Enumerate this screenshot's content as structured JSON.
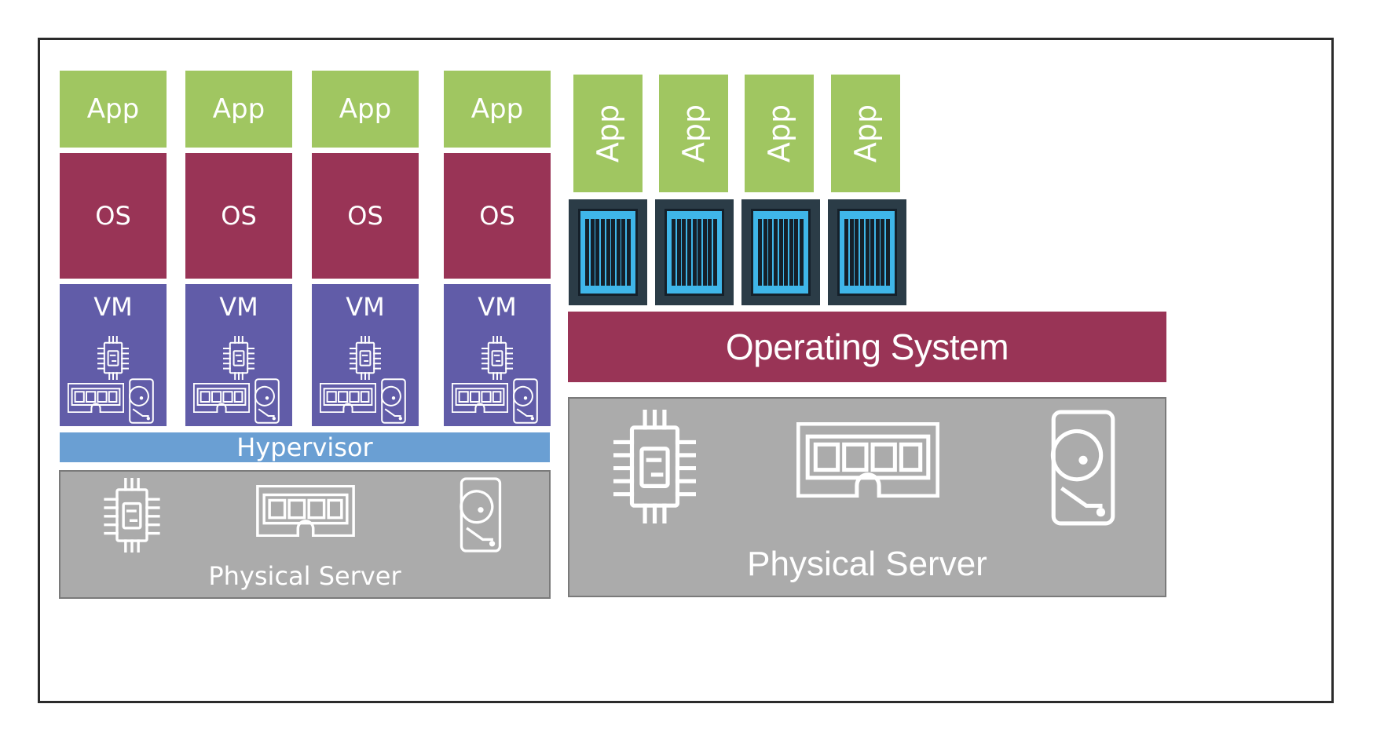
{
  "left_stack": {
    "columns": [
      {
        "app": "App",
        "os": "OS",
        "vm": "VM"
      },
      {
        "app": "App",
        "os": "OS",
        "vm": "VM"
      },
      {
        "app": "App",
        "os": "OS",
        "vm": "VM"
      },
      {
        "app": "App",
        "os": "OS",
        "vm": "VM"
      }
    ],
    "hypervisor": "Hypervisor",
    "physical_server": "Physical Server"
  },
  "right_stack": {
    "apps": [
      "App",
      "App",
      "App",
      "App"
    ],
    "operating_system": "Operating System",
    "physical_server": "Physical Server"
  },
  "icons": {
    "vm_chip": "cpu-chip-icon",
    "vm_ram": "ram-module-icon",
    "vm_disk": "hard-disk-icon",
    "container": "container-icon"
  },
  "colors": {
    "app": "#a0c661",
    "os": "#993456",
    "vm": "#615ca8",
    "hypervisor": "#6a9fd3",
    "physical": "#ababab",
    "container_fill": "#3fb6e9",
    "container_frame": "#2b3c47"
  }
}
